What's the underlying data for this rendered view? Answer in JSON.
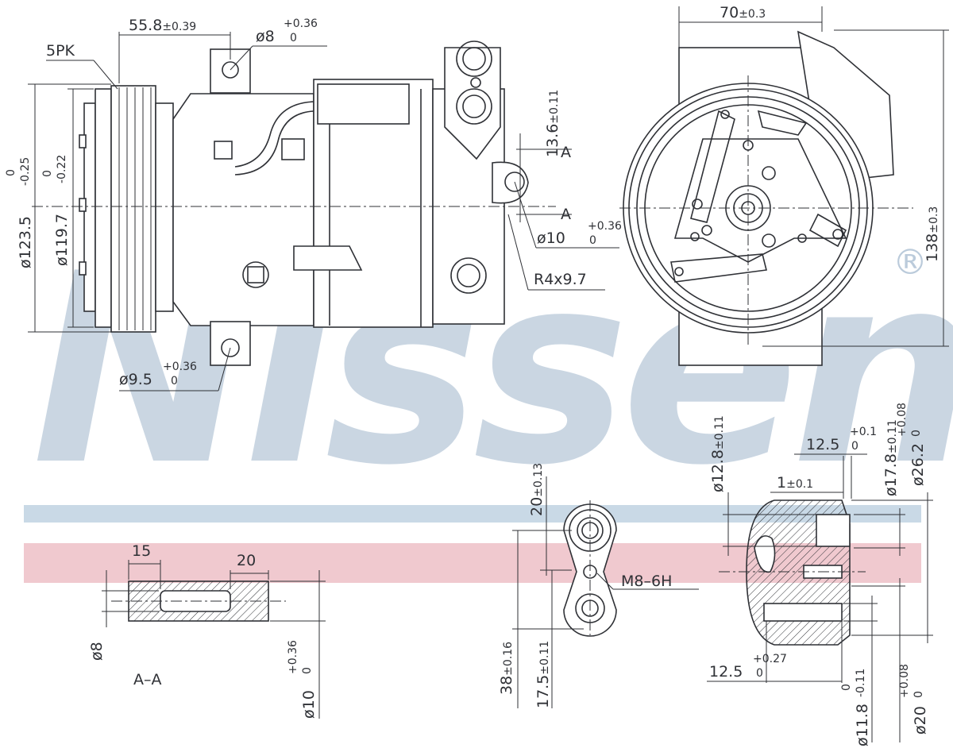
{
  "watermark": {
    "brand": "Nissens",
    "registered_mark": "®",
    "color": "#9fb6cc",
    "band_blue": "#c9d9e6",
    "band_red": "#f0c9cf"
  },
  "side_view": {
    "belt": "5PK",
    "pulley_offset": "55.8",
    "pulley_offset_tol": "±0.39",
    "hole_top": "ø8",
    "hole_top_tol_upper": "+0.36",
    "hole_top_tol_lower": "0",
    "hole_bottom": "ø9.5",
    "hole_bottom_tol_upper": "+0.36",
    "hole_bottom_tol_lower": "0",
    "pulley_dia_outer": "ø123.5",
    "pulley_dia_outer_tol_upper": "0",
    "pulley_dia_outer_tol_lower": "-0.25",
    "pulley_dia_inner": "ø119.7",
    "pulley_dia_inner_tol_upper": "0",
    "pulley_dia_inner_tol_lower": "-0.22",
    "ear_offset": "13.6",
    "ear_offset_tol": "±0.11",
    "section_label": "A",
    "ear_hole": "ø10",
    "ear_hole_tol_upper": "+0.36",
    "ear_hole_tol_lower": "0",
    "radius": "R4x9.7"
  },
  "front_view": {
    "width": "70",
    "width_tol": "±0.3",
    "height": "138",
    "height_tol": "±0.3"
  },
  "section_aa": {
    "title": "A–A",
    "len_a": "15",
    "len_b": "20",
    "bore": "ø8",
    "outer": "ø10",
    "outer_tol_upper": "+0.36",
    "outer_tol_lower": "0"
  },
  "port_flange": {
    "pitch": "20",
    "pitch_tol": "±0.13",
    "total": "38",
    "total_tol": "±0.16",
    "half": "17.5",
    "half_tol": "±0.11",
    "thread": "M8–6H"
  },
  "port_section": {
    "dia_a": "ø12.8",
    "dia_a_tol": "±0.11",
    "dia_b": "ø17.8",
    "dia_b_tol": "±0.11",
    "dia_c": "ø26.2",
    "dia_c_tol_upper": "+0.08",
    "dia_c_tol_lower": "0",
    "depth_top": "12.5",
    "depth_top_tol_upper": "+0.1",
    "depth_top_tol_lower": "0",
    "step": "1",
    "step_tol": "±0.1",
    "depth_bottom": "12.5",
    "depth_bottom_tol_upper": "+0.27",
    "depth_bottom_tol_lower": "0",
    "dia_d": "ø11.8",
    "dia_d_tol_upper": "0",
    "dia_d_tol_lower": "-0.11",
    "dia_e": "ø20",
    "dia_e_tol_upper": "+0.08",
    "dia_e_tol_lower": "0"
  }
}
